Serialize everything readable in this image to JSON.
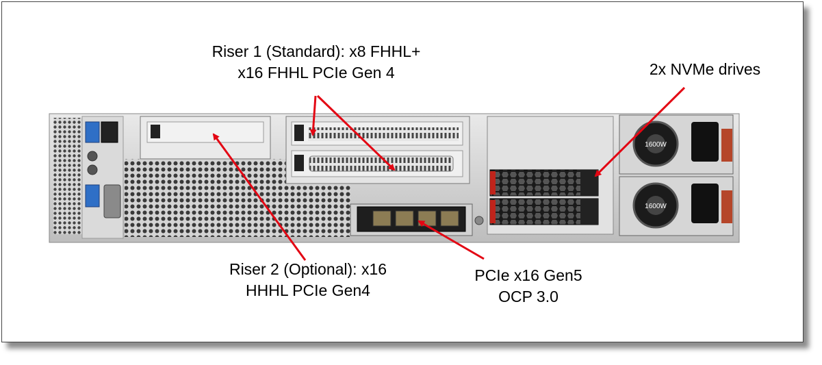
{
  "labels": {
    "riser1": {
      "line1": "Riser 1 (Standard): x8 FHHL+",
      "line2": "x16 FHHL PCIe Gen 4"
    },
    "nvme": {
      "line1": "2x NVMe drives"
    },
    "riser2": {
      "line1": "Riser 2 (Optional):  x16",
      "line2": "HHHL PCIe Gen4"
    },
    "ocp": {
      "line1": "PCIe x16 Gen5",
      "line2": "OCP 3.0"
    }
  },
  "psu_rating": "1600W",
  "colors": {
    "arrow": "#e30613",
    "chassis": "#c9c9c9",
    "port_blue": "#2f6fc6",
    "drive_tab": "#c0241b",
    "psu_handle": "#b5462a"
  },
  "icons": [
    "usb-port-icon",
    "ethernet-port-icon",
    "power-button-icon",
    "id-button-icon",
    "vga-port-icon",
    "psu-fan-icon",
    "power-inlet-icon"
  ]
}
